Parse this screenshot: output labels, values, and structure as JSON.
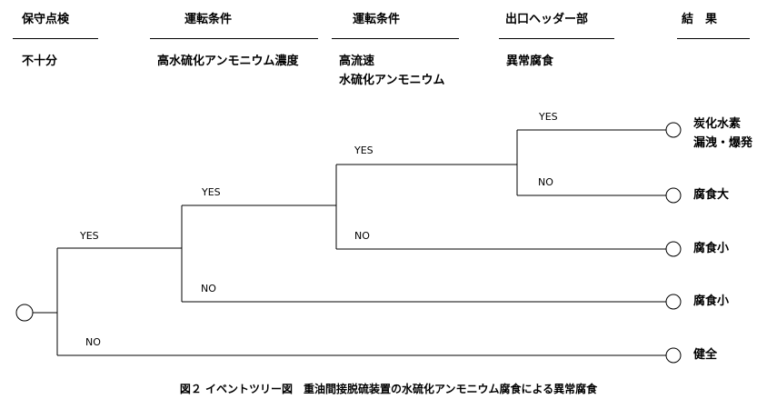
{
  "headers": [
    "保守点検",
    "運転条件",
    "運転条件",
    "出口ヘッダー部",
    "結　果"
  ],
  "conditions": [
    "不十分",
    "高水硫化アンモニウム濃度",
    "高流速",
    "水硫化アンモニウム",
    "異常腐食"
  ],
  "branch_labels": {
    "yes": "YES",
    "no": "NO"
  },
  "results": [
    "炭化水素",
    "漏洩・爆発",
    "腐食大",
    "腐食小",
    "腐食小",
    "健全"
  ],
  "caption": "図２ イベントツリー図　重油間接脱硫装置の水硫化アンモニウム腐食による異常腐食"
}
